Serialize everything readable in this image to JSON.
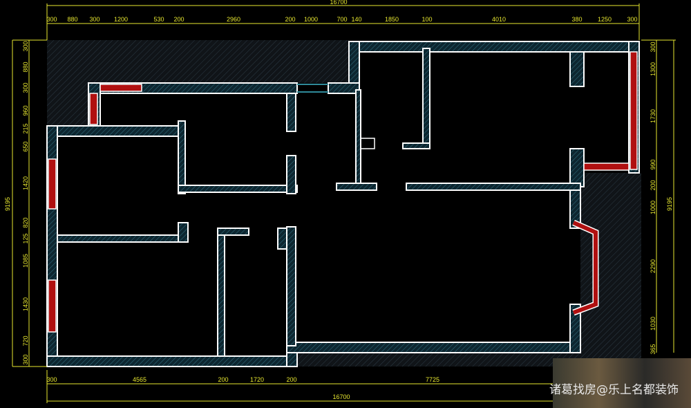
{
  "dimensions": {
    "top_total": "16700",
    "top": [
      "300",
      "880",
      "300",
      "1200",
      "530",
      "200",
      "2960",
      "200",
      "1000",
      "700",
      "140",
      "1850",
      "100",
      "4010",
      "380",
      "1250",
      "300"
    ],
    "left_total": "9195",
    "left": [
      "300",
      "880",
      "300",
      "960",
      "215",
      "650",
      "1420",
      "820",
      "125",
      "1085",
      "1430",
      "720",
      "300"
    ],
    "right_total": "9195",
    "right": [
      "300",
      "1300",
      "1730",
      "990",
      "200",
      "1000",
      "2290",
      "1030",
      "365"
    ],
    "bottom": [
      "300",
      "4565",
      "200",
      "1720",
      "200",
      "7725"
    ],
    "bottom_total": "16700"
  },
  "watermark": "诸葛找房@乐上名都装饰",
  "colors": {
    "dimension": "#e8e830",
    "wall_outline": "#ffffff",
    "window": "#b01010",
    "hatch": "#1e4a5a"
  }
}
